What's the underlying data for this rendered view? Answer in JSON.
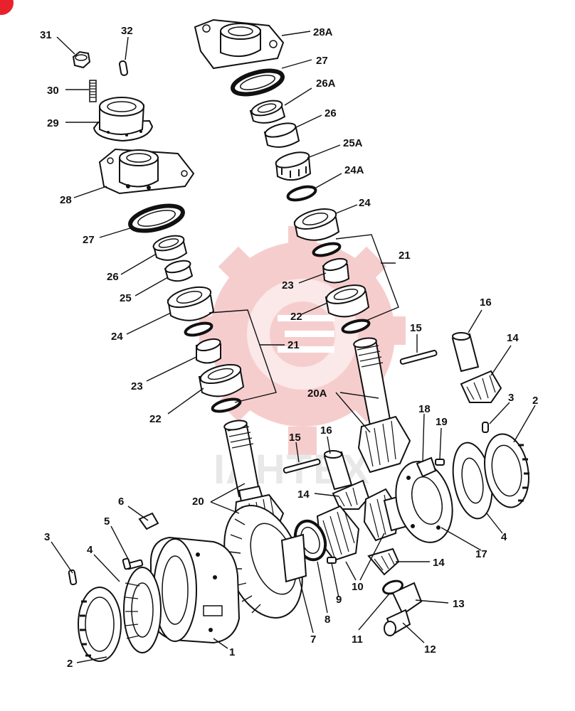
{
  "figure": {
    "watermark_text": "ΙΛΗΤΕΧ",
    "corner_mark_color": "#e8222c",
    "watermark_gear_color": "#f6c8c8"
  },
  "callouts": [
    {
      "id": "c31",
      "text": "31"
    },
    {
      "id": "c32",
      "text": "32"
    },
    {
      "id": "c30",
      "text": "30"
    },
    {
      "id": "c29",
      "text": "29"
    },
    {
      "id": "c28",
      "text": "28"
    },
    {
      "id": "c27l",
      "text": "27"
    },
    {
      "id": "c26l",
      "text": "26"
    },
    {
      "id": "c25l",
      "text": "25"
    },
    {
      "id": "c24l",
      "text": "24"
    },
    {
      "id": "c23l",
      "text": "23"
    },
    {
      "id": "c22l",
      "text": "22"
    },
    {
      "id": "c21l",
      "text": "21"
    },
    {
      "id": "c28a",
      "text": "28A"
    },
    {
      "id": "c27r",
      "text": "27"
    },
    {
      "id": "c26a",
      "text": "26A"
    },
    {
      "id": "c26r",
      "text": "26"
    },
    {
      "id": "c25a",
      "text": "25A"
    },
    {
      "id": "c24a",
      "text": "24A"
    },
    {
      "id": "c24r",
      "text": "24"
    },
    {
      "id": "c21r",
      "text": "21"
    },
    {
      "id": "c23r",
      "text": "23"
    },
    {
      "id": "c22r",
      "text": "22"
    },
    {
      "id": "c16r",
      "text": "16"
    },
    {
      "id": "c15r",
      "text": "15"
    },
    {
      "id": "c14r",
      "text": "14"
    },
    {
      "id": "c20a",
      "text": "20A"
    },
    {
      "id": "c3r",
      "text": "3"
    },
    {
      "id": "c2r",
      "text": "2"
    },
    {
      "id": "c18",
      "text": "18"
    },
    {
      "id": "c19",
      "text": "19"
    },
    {
      "id": "c15m",
      "text": "15"
    },
    {
      "id": "c16m",
      "text": "16"
    },
    {
      "id": "c14m",
      "text": "14"
    },
    {
      "id": "c20",
      "text": "20"
    },
    {
      "id": "c6",
      "text": "6"
    },
    {
      "id": "c5",
      "text": "5"
    },
    {
      "id": "c3l",
      "text": "3"
    },
    {
      "id": "c4l",
      "text": "4"
    },
    {
      "id": "c17",
      "text": "17"
    },
    {
      "id": "c4r",
      "text": "4"
    },
    {
      "id": "c14b",
      "text": "14"
    },
    {
      "id": "c10",
      "text": "10"
    },
    {
      "id": "c9",
      "text": "9"
    },
    {
      "id": "c8",
      "text": "8"
    },
    {
      "id": "c7",
      "text": "7"
    },
    {
      "id": "c13",
      "text": "13"
    },
    {
      "id": "c11",
      "text": "11"
    },
    {
      "id": "c12",
      "text": "12"
    },
    {
      "id": "c1",
      "text": "1"
    },
    {
      "id": "c2l",
      "text": "2"
    }
  ]
}
